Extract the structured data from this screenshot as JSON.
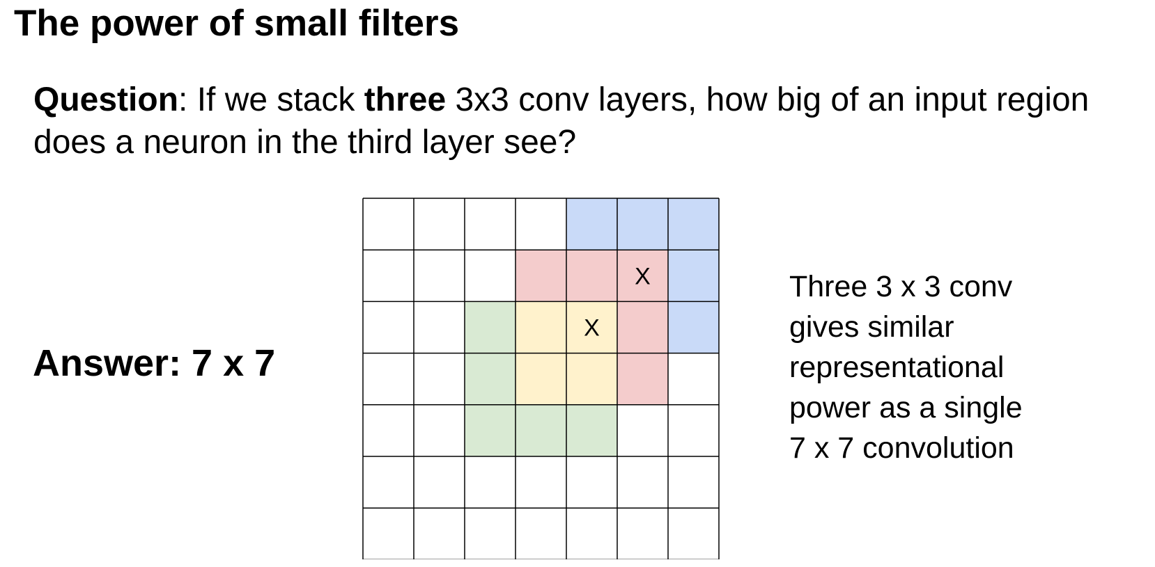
{
  "slide": {
    "title": "The power of small filters"
  },
  "question": {
    "label": "Question",
    "part1": ": If we stack ",
    "emphasis": "three",
    "part2": " 3x3 conv layers, how big of an input region does a neuron in the third layer see?"
  },
  "answer": {
    "text": "Answer: 7 x 7"
  },
  "grid": {
    "rows": 7,
    "cols": 7,
    "line_color": "#000000",
    "colors": {
      "blue": "#c9daf8",
      "red": "#f4cccc",
      "green": "#d9ead3",
      "yellow": "#fff2cc"
    },
    "cells": [
      [
        "",
        "",
        "",
        "",
        "blue",
        "blue",
        "blue"
      ],
      [
        "",
        "",
        "",
        "red",
        "red",
        "red",
        "blue"
      ],
      [
        "",
        "",
        "green",
        "yellow",
        "yellow",
        "red",
        "blue"
      ],
      [
        "",
        "",
        "green",
        "yellow",
        "yellow",
        "red",
        ""
      ],
      [
        "",
        "",
        "green",
        "green",
        "green",
        "",
        ""
      ],
      [
        "",
        "",
        "",
        "",
        "",
        "",
        ""
      ],
      [
        "",
        "",
        "",
        "",
        "",
        "",
        ""
      ]
    ],
    "marks": [
      {
        "row": 1,
        "col": 5,
        "text": "X"
      },
      {
        "row": 2,
        "col": 4,
        "text": "X"
      }
    ]
  },
  "side_note": {
    "lines": [
      "Three 3 x 3 conv",
      "gives similar",
      "representational",
      "power as a single",
      "7 x 7 convolution"
    ]
  }
}
